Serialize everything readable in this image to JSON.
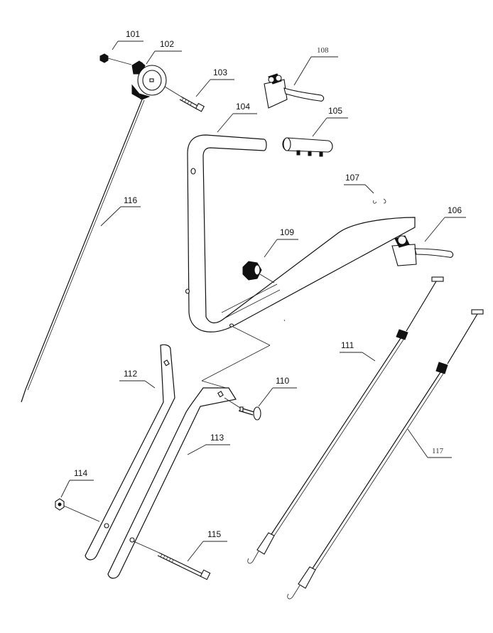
{
  "labels": {
    "p101": "101",
    "p102": "102",
    "p103": "103",
    "p104": "104",
    "p105": "105",
    "p106": "106",
    "p107": "107",
    "p108": "108",
    "p109": "109",
    "p110": "110",
    "p111": "111",
    "p112": "112",
    "p113": "113",
    "p114": "114",
    "p115": "115",
    "p116": "116",
    "p117": "117"
  }
}
